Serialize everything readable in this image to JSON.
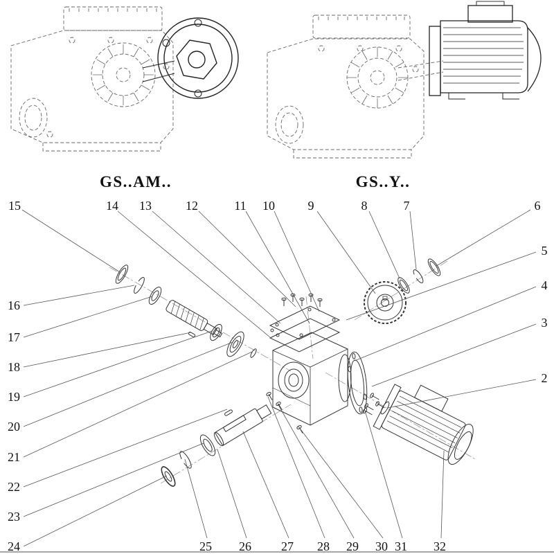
{
  "variants": [
    {
      "label": "GS..AM.."
    },
    {
      "label": "GS..Y.."
    }
  ],
  "callouts": {
    "c2": "2",
    "c3": "3",
    "c4": "4",
    "c5": "5",
    "c6": "6",
    "c7": "7",
    "c8": "8",
    "c9": "9",
    "c10": "10",
    "c11": "11",
    "c12": "12",
    "c13": "13",
    "c14": "14",
    "c15": "15",
    "c16": "16",
    "c17": "17",
    "c18": "18",
    "c19": "19",
    "c20": "20",
    "c21": "21",
    "c22": "22",
    "c23": "23",
    "c24": "24",
    "c25": "25",
    "c26": "26",
    "c27": "27",
    "c28": "28",
    "c29": "29",
    "c30": "30",
    "c31": "31",
    "c32": "32"
  },
  "colors": {
    "line": "#333333",
    "dashed": "#666666",
    "leader": "#555555"
  }
}
